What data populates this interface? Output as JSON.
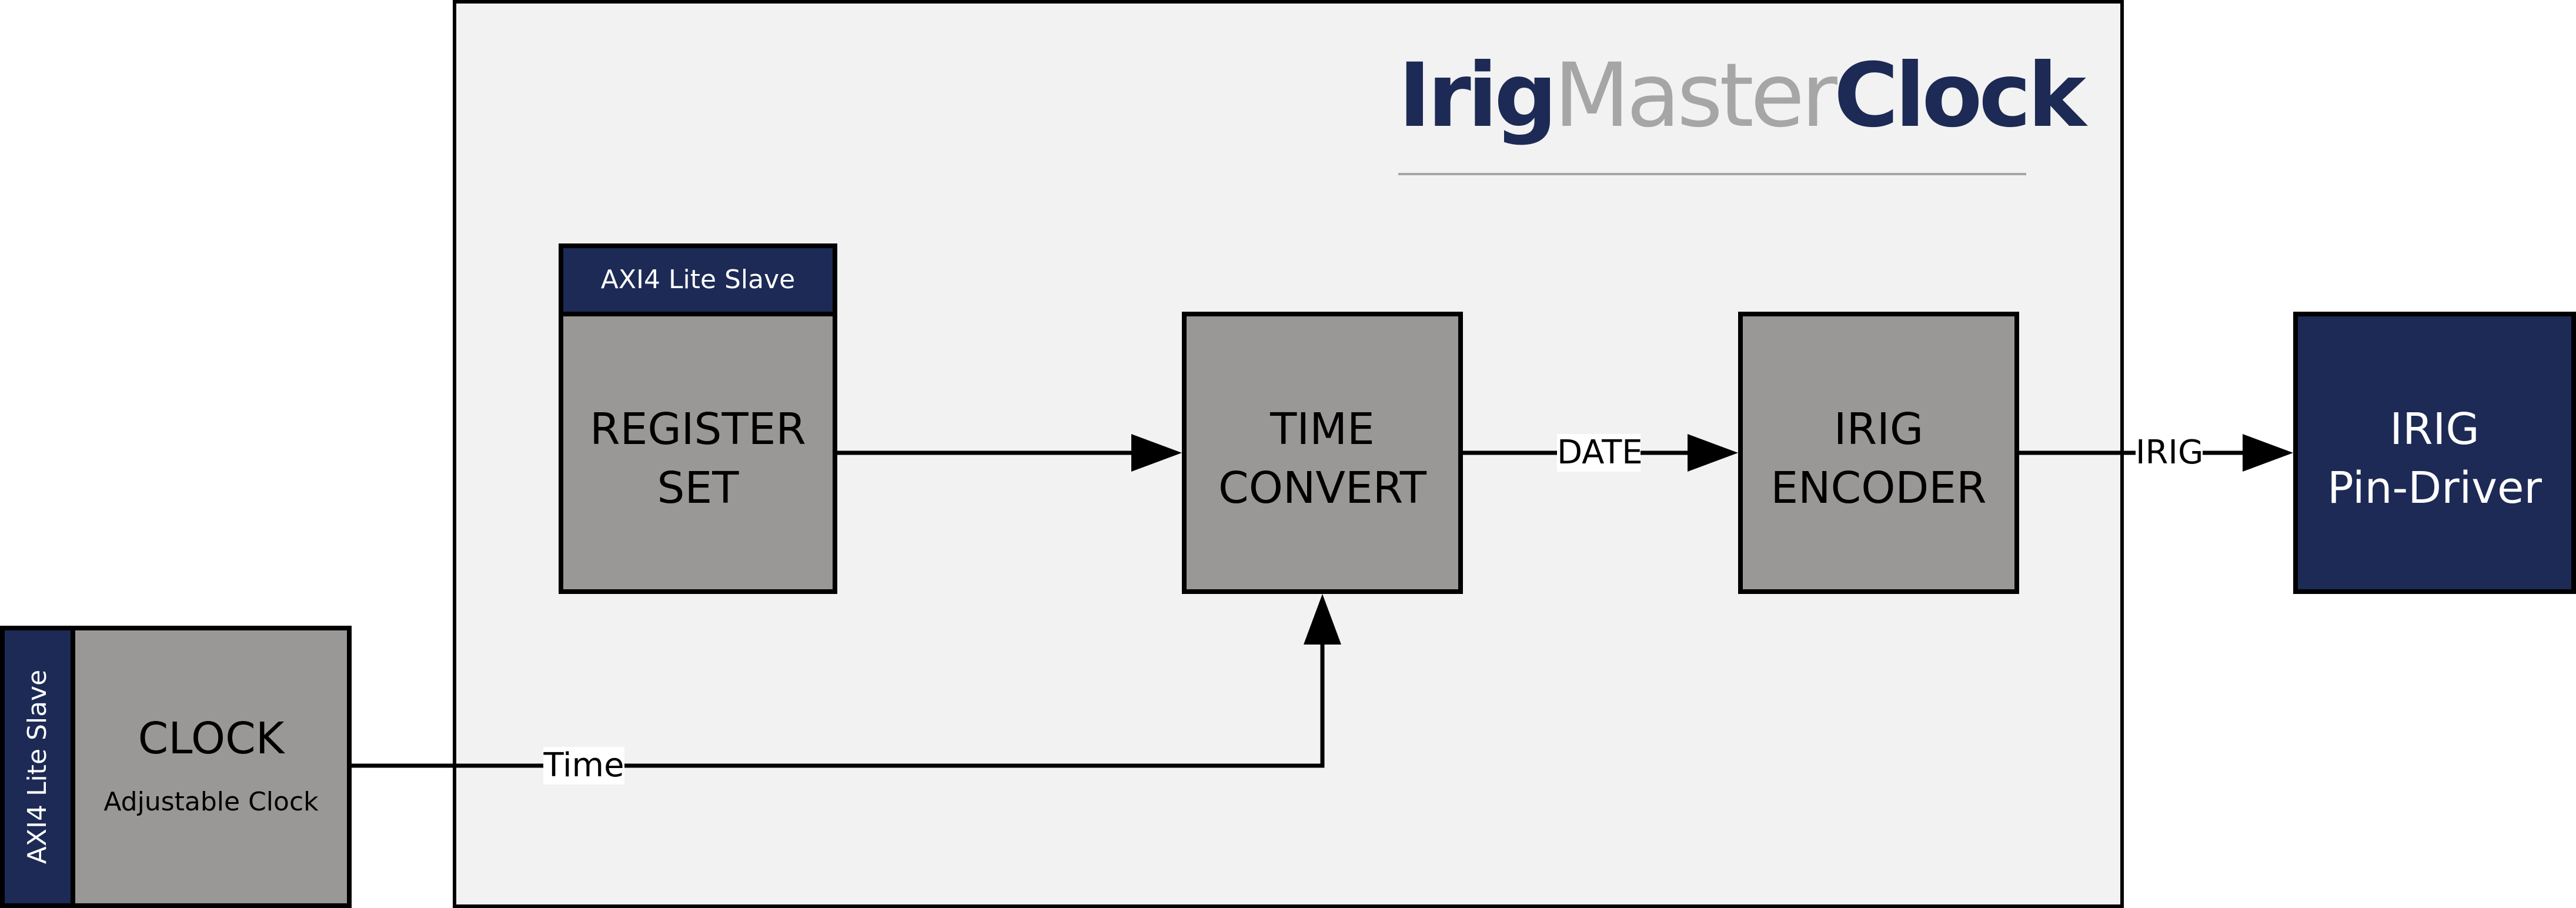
{
  "colors": {
    "container_bg": "#f2f2f2",
    "block_grey": "#999897",
    "navy": "#1c2a55",
    "title_grey": "#a6a6a6",
    "wire": "#000000"
  },
  "title": {
    "part1": "Irig",
    "part2": "Master",
    "part3": "Clock"
  },
  "blocks": {
    "register_set": {
      "header": "AXI4 Lite Slave",
      "line1": "REGISTER",
      "line2": "SET"
    },
    "time_convert": {
      "line1": "TIME",
      "line2": "CONVERT"
    },
    "irig_encoder": {
      "line1": "IRIG",
      "line2": "ENCODER"
    },
    "pin_driver": {
      "line1": "IRIG",
      "line2": "Pin-Driver"
    },
    "clock": {
      "side_label": "AXI4 Lite Slave",
      "title": "CLOCK",
      "subtitle": "Adjustable Clock"
    }
  },
  "edges": {
    "date": "DATE",
    "irig": "IRIG",
    "time": "Time"
  }
}
